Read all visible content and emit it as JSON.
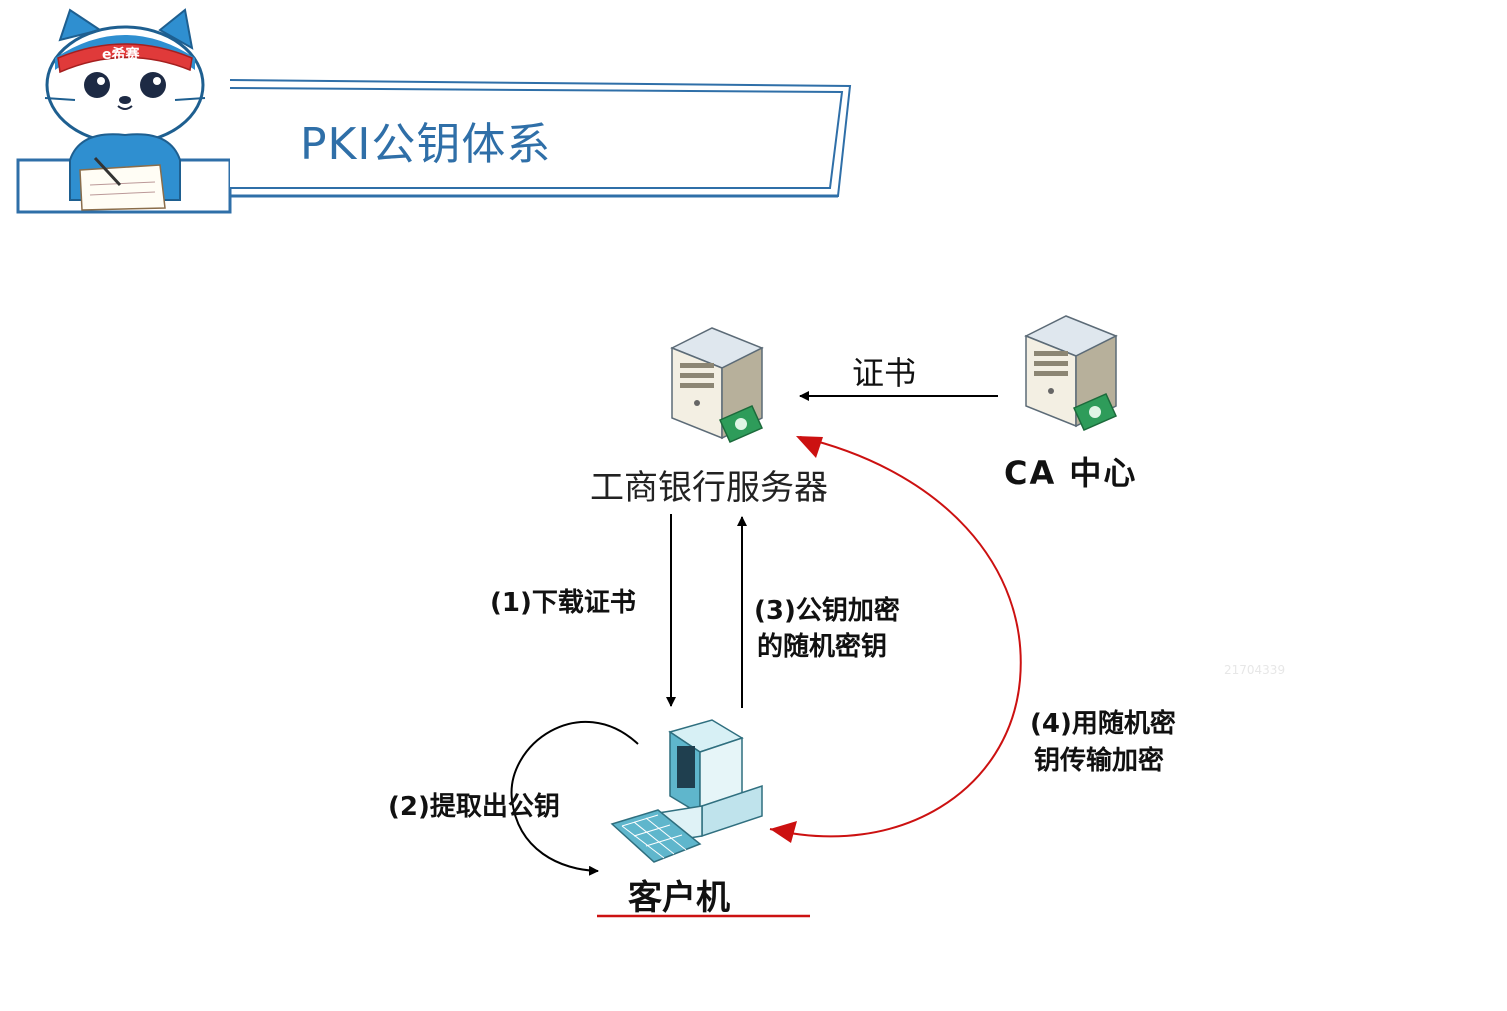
{
  "header": {
    "title": "PKI公钥体系",
    "mascot_badge": "e希赛",
    "accent_color": "#2f6fa8"
  },
  "diagram": {
    "nodes": {
      "bank_server": {
        "label": "工商银行服务器",
        "icon": "server-tower-icon"
      },
      "ca_center": {
        "label": "CA 中心",
        "icon": "server-tower-icon"
      },
      "client": {
        "label": "客户机",
        "icon": "desktop-computer-icon"
      }
    },
    "edges": {
      "certificate": {
        "label": "证书",
        "color": "#000000"
      },
      "download_cert": {
        "label": "(1)下载证书",
        "color": "#000000"
      },
      "extract_key": {
        "label": "(2)提取出公钥",
        "color": "#000000"
      },
      "encrypt_key": {
        "line1": "(3)公钥加密",
        "line2": "的随机密钥",
        "color": "#000000"
      },
      "transmit": {
        "line1": "(4)用随机密",
        "line2": "钥传输加密",
        "color": "#cc1111"
      }
    },
    "watermark": "21704339",
    "client_underline_color": "#cc1111"
  }
}
